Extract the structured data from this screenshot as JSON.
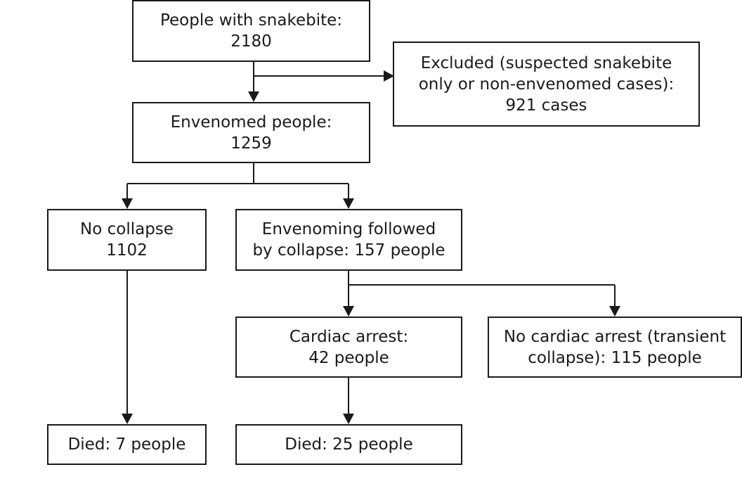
{
  "boxes": {
    "snakebite": {
      "line1": "People with snakebite:",
      "line2": "2180"
    },
    "excluded": {
      "line1": "Excluded (suspected snakebite",
      "line2": "only or non-envenomed cases):",
      "line3": "921 cases"
    },
    "envenomed": {
      "line1": "Envenomed people:",
      "line2": "1259"
    },
    "no_collapse": {
      "line1": "No collapse",
      "line2": "1102"
    },
    "collapse": {
      "line1": "Envenoming followed",
      "line2": "by collapse: 157 people"
    },
    "cardiac_arrest": {
      "line1": "Cardiac arrest:",
      "line2": "42 people"
    },
    "no_cardiac_arrest": {
      "line1": "No cardiac arrest (transient",
      "line2": "collapse): 115 people"
    },
    "died_no_collapse": {
      "line1": "Died: 7 people"
    },
    "died_cardiac": {
      "line1": "Died: 25 people"
    }
  },
  "colors": {
    "stroke": "#1a1a1a",
    "background": "#ffffff"
  }
}
